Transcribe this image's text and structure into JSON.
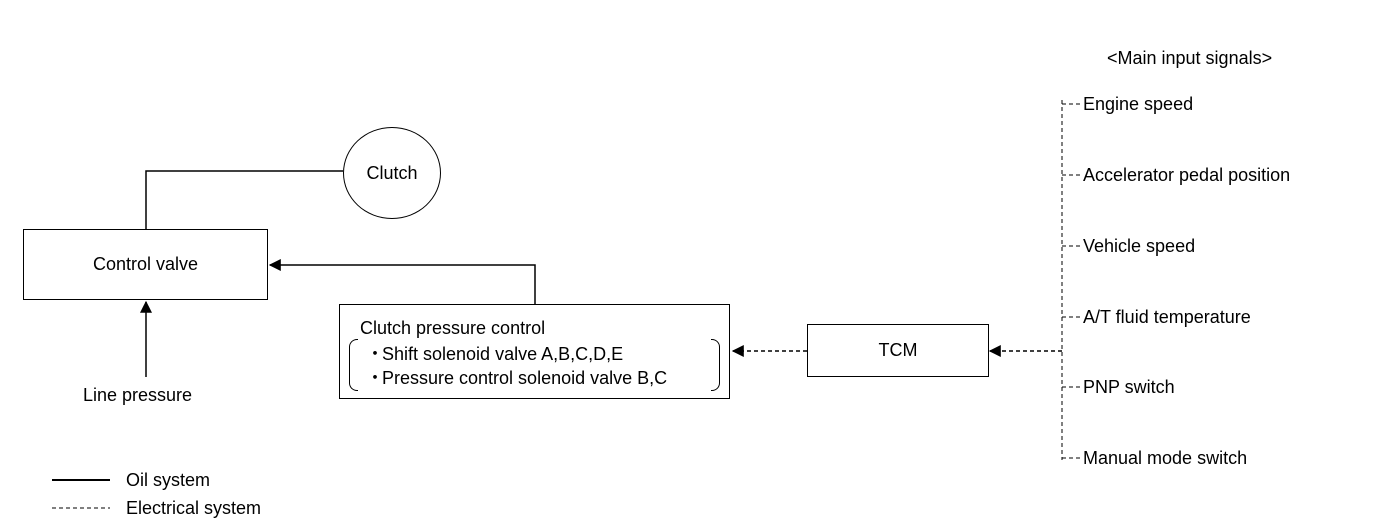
{
  "blocks": {
    "clutch": "Clutch",
    "control_valve": "Control valve",
    "line_pressure": "Line pressure",
    "tcm": "TCM",
    "clutch_pressure_control": {
      "title": "Clutch pressure control",
      "bullet": "・",
      "items": [
        "Shift solenoid valve A,B,C,D,E",
        "Pressure control solenoid valve B,C"
      ]
    }
  },
  "main_inputs": {
    "title": "<Main input signals>",
    "signals": [
      "Engine speed",
      "Accelerator pedal position",
      "Vehicle speed",
      "A/T fluid temperature",
      "PNP switch",
      "Manual mode switch"
    ]
  },
  "legend": {
    "oil": "Oil system",
    "electrical": "Electrical system"
  }
}
